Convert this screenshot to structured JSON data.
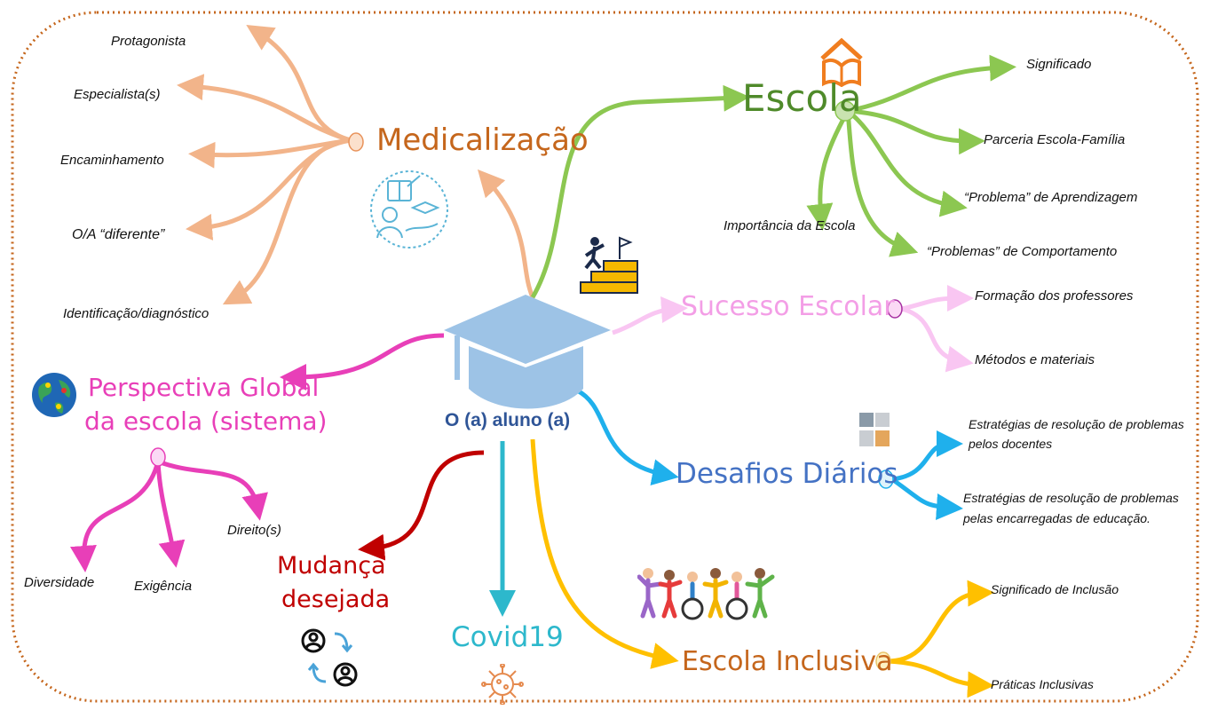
{
  "center": {
    "label": "O (a) aluno (a)"
  },
  "branches": {
    "medicalizacao": {
      "label": "Medicalização",
      "children": [
        "Protagonista",
        "Especialista(s)",
        "Encaminhamento",
        "O/A “diferente”",
        "Identificação/diagnóstico"
      ]
    },
    "escola": {
      "label": "Escola",
      "children": [
        "Significado",
        "Parceria Escola-Família",
        "“Problema” de Aprendizagem",
        "“Problemas” de Comportamento",
        "Importância da Escola"
      ]
    },
    "sucesso": {
      "label": "Sucesso Escolar",
      "children": [
        "Formação dos professores",
        "Métodos e materiais"
      ]
    },
    "perspectiva": {
      "label_line1": "Perspectiva Global",
      "label_line2": "da escola (sistema)",
      "children": [
        "Diversidade",
        "Exigência",
        "Direito(s)"
      ]
    },
    "desafios": {
      "label": "Desafios Diários",
      "children": [
        {
          "line1": "Estratégias de resolução de problemas",
          "line2": "pelos docentes"
        },
        {
          "line1": "Estratégias de resolução de problemas",
          "line2": "pelas encarregadas de educação."
        }
      ]
    },
    "mudanca": {
      "label_line1": "Mudança",
      "label_line2": "desejada"
    },
    "covid": {
      "label": "Covid19"
    },
    "inclusiva": {
      "label": "Escola Inclusiva",
      "children": [
        "Significado de Inclusão",
        "Práticas Inclusivas"
      ]
    }
  },
  "colors": {
    "frame": "#c5661c",
    "medicalizacao_branch": "#f2b48a",
    "medicalizacao_text": "#c5661c",
    "escola": "#8cc751",
    "escola_text": "#4f8a2a",
    "sucesso": "#f9c6f2",
    "sucesso_text": "#f39ee6",
    "perspectiva": "#e83fb8",
    "desafios": "#1fb0ec",
    "desafios_text": "#4472c4",
    "mudanca": "#c00000",
    "covid": "#2db8cc",
    "inclusiva": "#ffc000",
    "inclusiva_text": "#c5661c",
    "center_text": "#2f5597",
    "cap": "#9dc3e6"
  },
  "icons": [
    "book-house-icon",
    "education-hand-icon",
    "stairs-goal-icon",
    "globe-icon",
    "puzzle-icon",
    "people-exchange-icon",
    "virus-icon",
    "children-group-icon",
    "graduation-cap-icon"
  ]
}
